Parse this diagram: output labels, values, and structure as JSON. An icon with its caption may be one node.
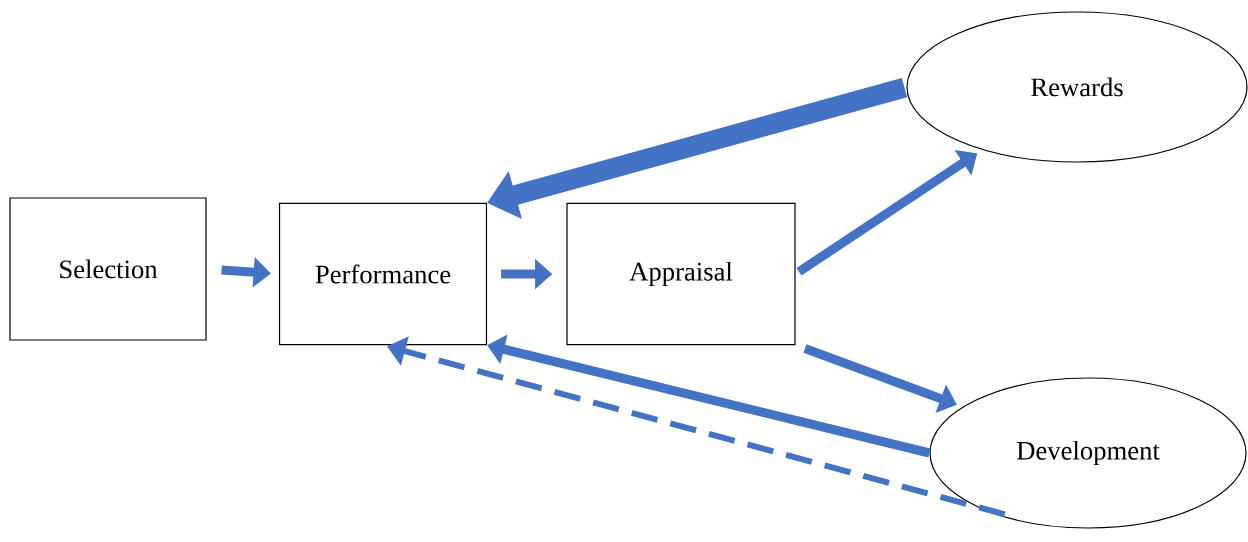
{
  "diagram": {
    "nodes": [
      {
        "text": [
          "Selection"
        ]
      },
      {
        "text": [
          "Performance"
        ]
      },
      {
        "text": [
          "Appraisal"
        ]
      },
      {
        "text": [
          "Rewards"
        ]
      },
      {
        "text": [
          "Development"
        ]
      }
    ],
    "edges": [
      {
        "from": 0,
        "to": 1,
        "arrow": "to"
      },
      {
        "from": 1,
        "to": 2,
        "arrow": "to"
      },
      {
        "from": 2,
        "to": 3,
        "arrow": "to"
      },
      {
        "from": 3,
        "to": 1,
        "arrow": "to",
        "style": "thick"
      },
      {
        "from": 2,
        "to": 4,
        "arrow": "to"
      },
      {
        "from": 4,
        "to": 1,
        "arrow": "to"
      },
      {
        "from": 4,
        "to": 1,
        "arrow": "to",
        "style": "dashed"
      }
    ]
  }
}
